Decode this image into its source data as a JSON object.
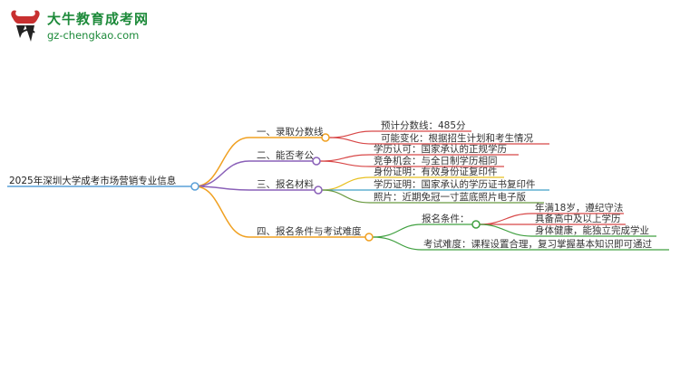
{
  "brand": {
    "title": "大牛教育成考网",
    "url": "gz-chengkao.com"
  },
  "root": "2025年深圳大学成考市场营销专业信息",
  "branches": [
    {
      "label": "一、录取分数线",
      "color": "#f0a020",
      "items": [
        {
          "label": "预计分数线：485分",
          "color": "#d84848"
        },
        {
          "label": "可能变化：根据招生计划和考生情况",
          "color": "#d84848"
        }
      ]
    },
    {
      "label": "二、能否考公",
      "color": "#8a60b8",
      "items": [
        {
          "label": "学历认可：国家承认的正规学历",
          "color": "#d84848"
        },
        {
          "label": "竞争机会：与全日制学历相同",
          "color": "#d84848"
        }
      ]
    },
    {
      "label": "三、报名材料",
      "color": "#8a60b8",
      "items": [
        {
          "label": "身份证明：有效身份证复印件",
          "color": "#e8c020"
        },
        {
          "label": "学历证明：国家承认的学历证书复印件",
          "color": "#40a0c8"
        },
        {
          "label": "照片：近期免冠一寸蓝底照片电子版",
          "color": "#6a9a40"
        }
      ]
    },
    {
      "label": "四、报名条件与考试难度",
      "color": "#f0a020",
      "items": [
        {
          "label": "报名条件：",
          "color": "#40a040",
          "children": [
            {
              "label": "年满18岁，遵纪守法",
              "color": "#d84848"
            },
            {
              "label": "具备高中及以上学历",
              "color": "#d84848"
            },
            {
              "label": "身体健康，能独立完成学业",
              "color": "#40a040"
            }
          ]
        },
        {
          "label": "考试难度：课程设置合理，复习掌握基本知识即可通过",
          "color": "#40a040"
        }
      ]
    }
  ]
}
